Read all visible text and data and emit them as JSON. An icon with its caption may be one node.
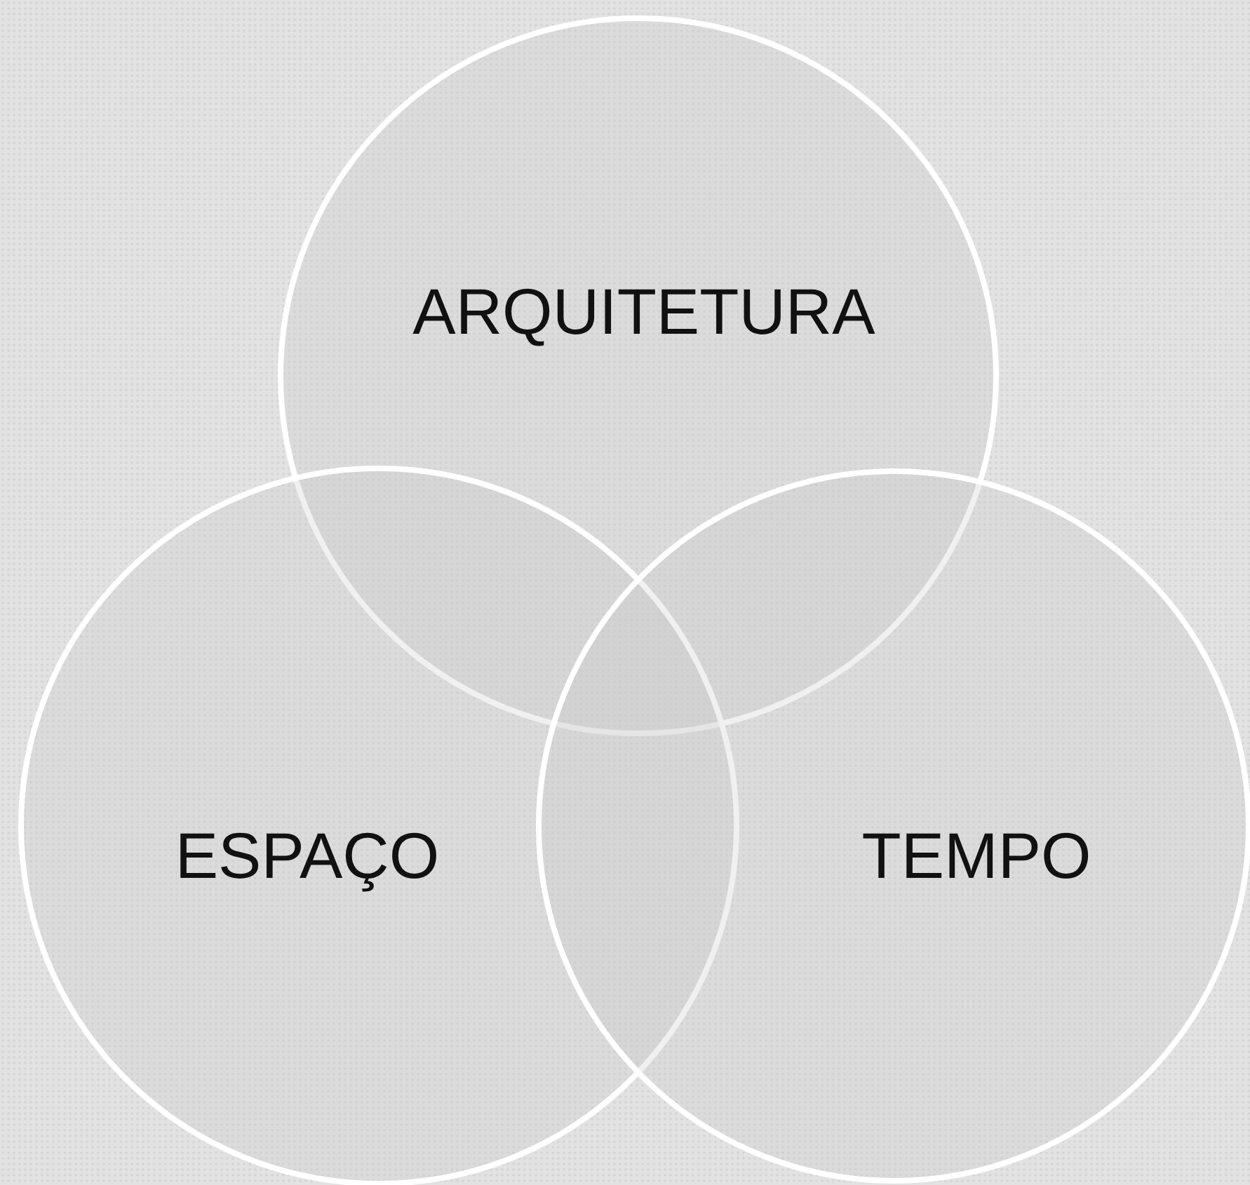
{
  "diagram": {
    "nodes": [
      {
        "text": [
          "ARQUITETURA"
        ]
      },
      {
        "text": [
          "ESPAÇO"
        ]
      },
      {
        "text": [
          "TEMPO"
        ]
      }
    ]
  }
}
